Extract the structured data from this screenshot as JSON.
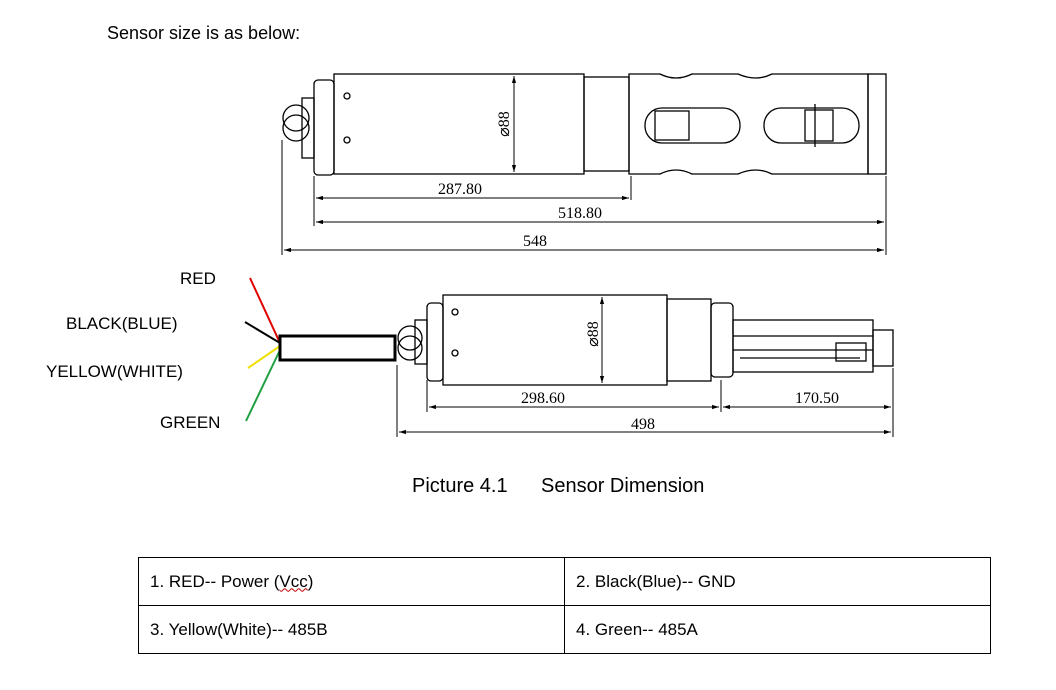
{
  "intro": "Sensor size is as below:",
  "drawing": {
    "top": {
      "diameter": "⌀88",
      "dim_a": "287.80",
      "dim_b": "518.80",
      "dim_total": "548"
    },
    "bottom": {
      "diameter": "⌀88",
      "dim_a": "298.60",
      "dim_b": "170.50",
      "dim_total": "498"
    },
    "wires": [
      {
        "label": "RED",
        "color": "#e00000"
      },
      {
        "label": "BLACK(BLUE)",
        "color": "#000000"
      },
      {
        "label": "YELLOW(WHITE)",
        "color": "#f0e000"
      },
      {
        "label": "GREEN",
        "color": "#20a040"
      }
    ]
  },
  "caption": {
    "number": "Picture 4.1",
    "text": "Sensor Dimension"
  },
  "pins": {
    "c1_prefix": "1.  RED-- Power (",
    "c1_vcc": "Vcc",
    "c1_suffix": ")",
    "c2": "2.  Black(Blue)-- GND",
    "c3": "3.  Yellow(White)-- 485B",
    "c4": "4.  Green-- 485A"
  }
}
